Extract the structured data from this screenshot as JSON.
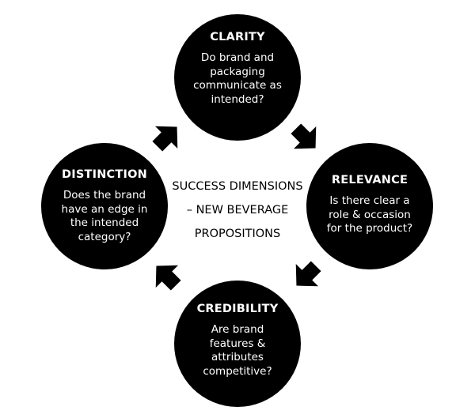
{
  "center": {
    "line1": "SUCCESS DIMENSIONS",
    "line2": "– NEW BEVERAGE",
    "line3": "PROPOSITIONS"
  },
  "nodes": {
    "clarity": {
      "title": "CLARITY",
      "lines": [
        "Do brand and",
        "packaging",
        "communicate as",
        "intended?"
      ]
    },
    "relevance": {
      "title": "RELEVANCE",
      "lines": [
        "Is there clear a",
        "role & occasion",
        "for the product?"
      ]
    },
    "credibility": {
      "title": "CREDIBILITY",
      "lines": [
        "Are brand",
        "features &",
        "attributes",
        "competitive?"
      ]
    },
    "distinction": {
      "title": "DISTINCTION",
      "lines": [
        "Does the brand",
        "have an edge in",
        "the intended",
        "category?"
      ]
    }
  },
  "colors": {
    "circle": "#000000",
    "circle_text": "#ffffff",
    "arrow": "#000000"
  },
  "icons": [
    "arrow-clarity-to-relevance-icon",
    "arrow-relevance-to-credibility-icon",
    "arrow-credibility-to-distinction-icon",
    "arrow-distinction-to-clarity-icon"
  ]
}
